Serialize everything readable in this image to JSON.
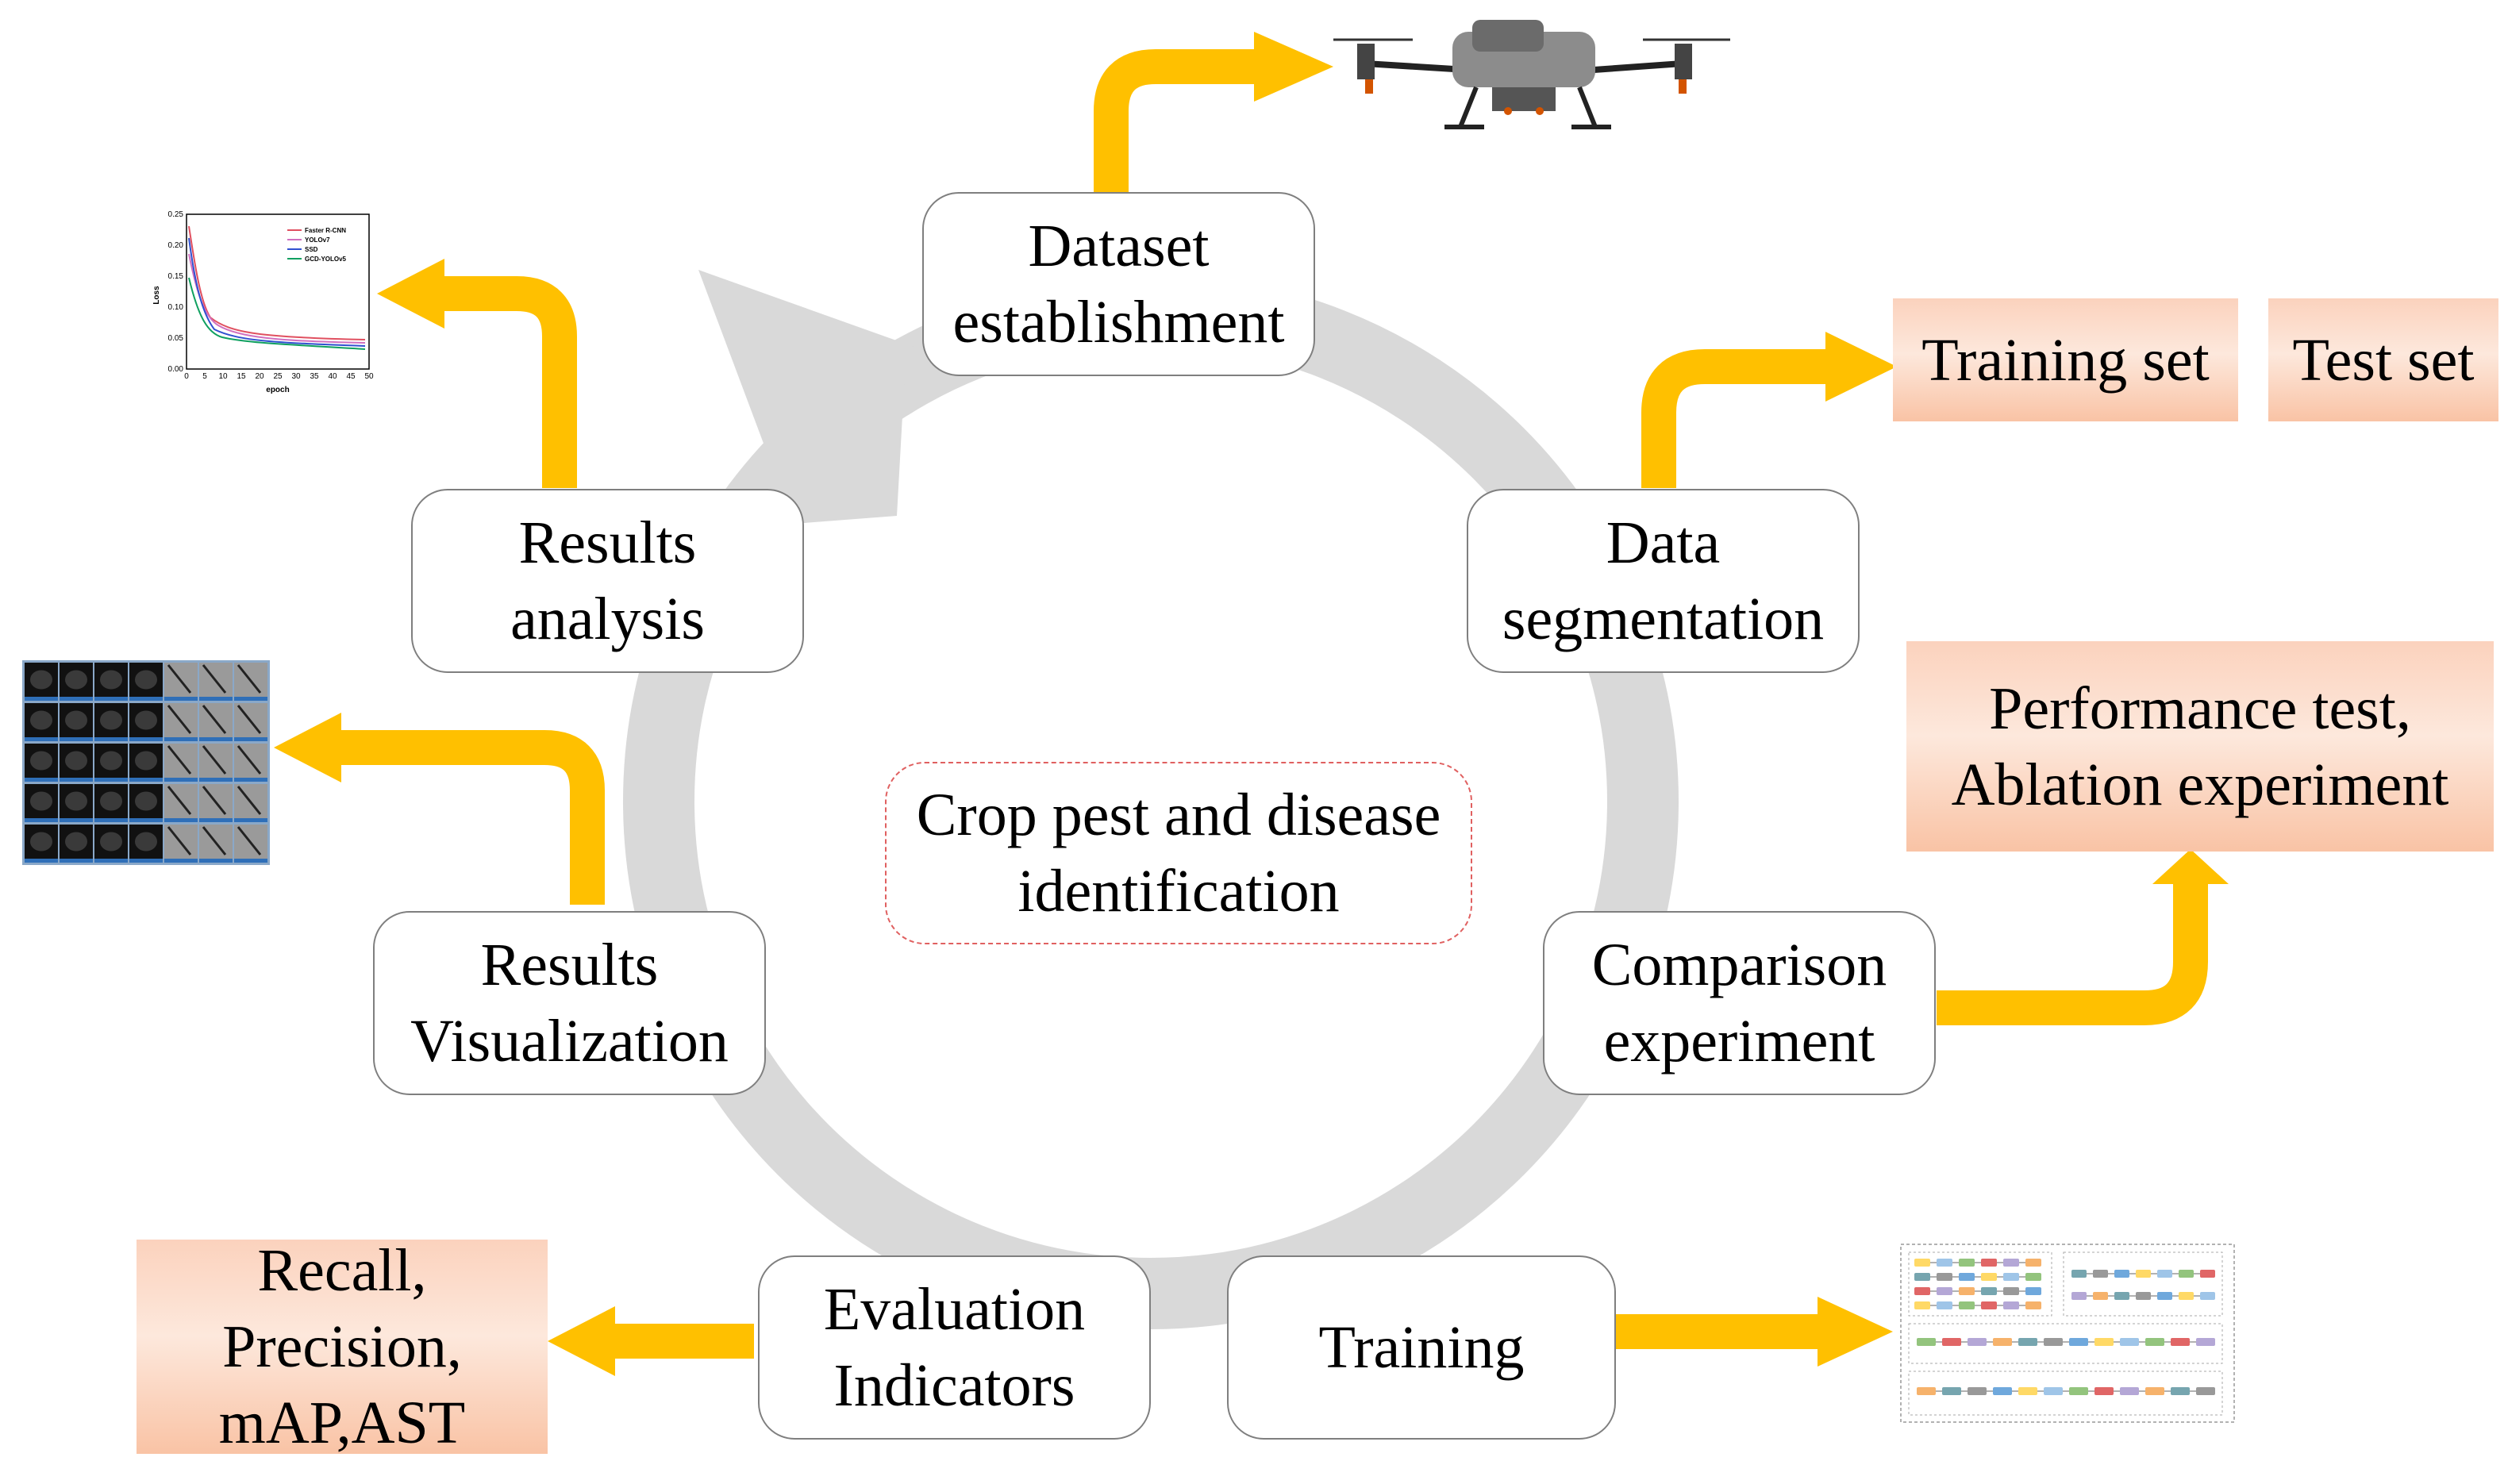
{
  "colors": {
    "arrow": "#ffc000",
    "cycle": "#d9d9d9",
    "node_border": "#7f7f7f",
    "center_border": "#e06060"
  },
  "center": {
    "label": "Crop pest and disease\nidentification"
  },
  "nodes": {
    "dataset": "Dataset\nestablishment",
    "segmentation": "Data\nsegmentation",
    "comparison": "Comparison\nexperiment",
    "training": "Training",
    "evaluation": "Evaluation\nIndicators",
    "visualization": "Results\nVisualization",
    "analysis": "Results\nanalysis"
  },
  "outputs": {
    "training_set": "Training set",
    "test_set": "Test set",
    "performance": "Performance test,\nAblation experiment",
    "metrics": "Recall,\nPrecision,\nmAP,AST"
  },
  "icons": {
    "drone": "drone-icon",
    "loss_chart": "loss-curve-thumbnail",
    "grid": "detection-results-grid-thumbnail",
    "network": "network-architecture-thumbnail"
  },
  "loss_chart": {
    "ylabel": "Loss",
    "xlabel": "epoch",
    "yticks": [
      "0.25",
      "0.20",
      "0.15",
      "0.10",
      "0.05",
      "0.00"
    ],
    "xticks": [
      "0",
      "5",
      "10",
      "15",
      "20",
      "25",
      "30",
      "35",
      "40",
      "45",
      "50"
    ],
    "legend": [
      "Faster R-CNN",
      "YOLOv7",
      "SSD",
      "GCD-YOLOv5"
    ]
  }
}
